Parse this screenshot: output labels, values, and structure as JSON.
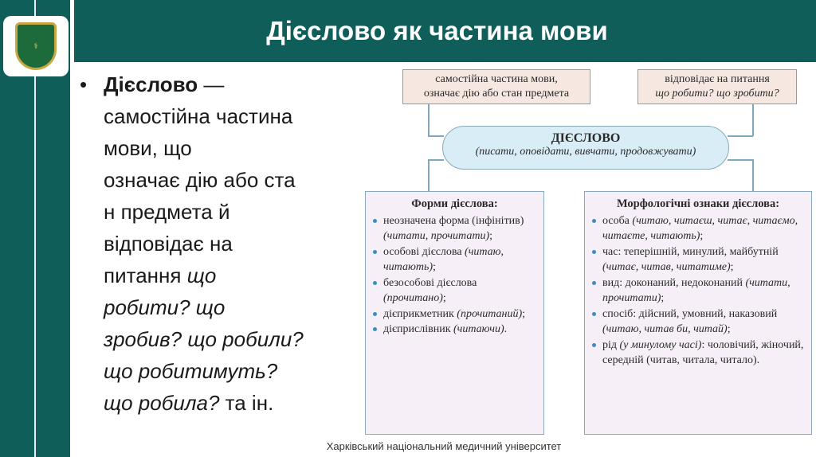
{
  "title": "Дієслово як частина мови",
  "bullet": {
    "lines": [
      {
        "bold": "Дієслово",
        "rest": " —"
      },
      "самостійна частина",
      "мови, що",
      "означає дію або ста",
      "н предмета й",
      "відповідає на",
      {
        "plain": "питання ",
        "italic": "що"
      },
      {
        "italic": "робити? що"
      },
      {
        "italic": "зробив? що робили?"
      },
      {
        "italic": "що робитимуть?"
      },
      {
        "italic": "що робила?",
        "plain": " та ін."
      }
    ]
  },
  "diagram": {
    "top_left": [
      "самостійна частина мови,",
      "означає дію або стан предмета"
    ],
    "top_right": [
      "відповідає на питання",
      "що робити? що зробити?"
    ],
    "center_title": "ДІЄСЛОВО",
    "center_examples": "(писати, оповідати, вивчати, продовжувати)",
    "forms": {
      "heading": "Форми дієслова:",
      "items": [
        {
          "text": "неозначена форма (інфінітив) ",
          "ex": "(читати, прочитати)",
          "end": ";"
        },
        {
          "text": "особові дієслова ",
          "ex": "(читаю, читають)",
          "end": ";"
        },
        {
          "text": "безособові дієслова ",
          "ex": "(прочитано)",
          "end": ";"
        },
        {
          "text": "дієприкметник ",
          "ex": "(прочитаний)",
          "end": ";"
        },
        {
          "text": "дієприслівник ",
          "ex": "(читаючи)",
          "end": "."
        }
      ]
    },
    "morph": {
      "heading": "Морфологічні ознаки дієслова:",
      "items": [
        {
          "text": "особа ",
          "ex": "(читаю, читаєш, читає, читаємо, читаєте, читають)",
          "end": ";"
        },
        {
          "text": "час: теперішній, минулий, майбутній ",
          "ex": "(читає, читав, читатиме)",
          "end": ";"
        },
        {
          "text": "вид: доконаний, недоконаний ",
          "ex": "(читати, прочитати)",
          "end": ";"
        },
        {
          "text": "спосіб: дійсний, умовний, наказовий ",
          "ex": "(читаю, читав би, читай)",
          "end": ";"
        },
        {
          "text": "рід ",
          "ex": "(у минулому часі)",
          "end": ": чоловічий, жіночий, середній (читав, читала, читало)."
        }
      ]
    }
  },
  "footer": "Харківський національний медичний університет",
  "colors": {
    "teal": "#0f5e59",
    "box_pink": "#f6e7e1",
    "oval_blue": "#d8edf5"
  }
}
